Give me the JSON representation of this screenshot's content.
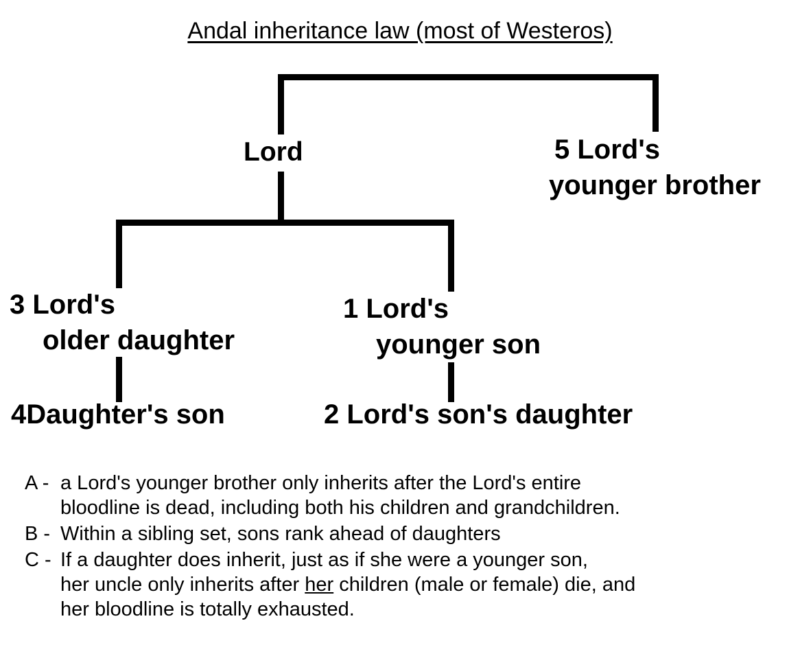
{
  "title": "Andal inheritance law (most of Westeros)",
  "tree": {
    "lord": {
      "label": "Lord"
    },
    "brother": {
      "rank": "5",
      "line1": "Lord's",
      "line2": "younger brother"
    },
    "older_daughter": {
      "rank": "3",
      "line1": "Lord's",
      "line2": "older daughter"
    },
    "younger_son": {
      "rank": "1",
      "line1": "Lord's",
      "line2": "younger son"
    },
    "daughters_son": {
      "rank": "4",
      "label": "Daughter's son"
    },
    "sons_daughter": {
      "rank": "2",
      "label": "Lord's son's daughter"
    }
  },
  "notes": [
    {
      "label": "A -",
      "lines": [
        "a Lord's younger brother only inherits after the Lord's entire",
        "bloodline is dead, including both his children and grandchildren."
      ]
    },
    {
      "label": "B -",
      "lines": [
        "Within a sibling set, sons rank ahead of daughters"
      ]
    },
    {
      "label": "C -",
      "lines": [
        "If a daughter does inherit, just as if she were a younger son,",
        "her uncle only inherits after her children (male or female) die, and",
        "her bloodline is totally exhausted."
      ],
      "emphasis": "her"
    }
  ],
  "colors": {
    "ink": "#000000",
    "background": "#ffffff"
  }
}
